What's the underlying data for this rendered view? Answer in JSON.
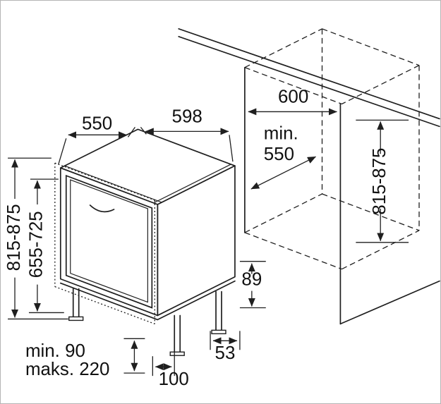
{
  "diagram": {
    "description": "Built-in dishwasher installation drawing with niche dimensions",
    "dims": {
      "depth_top": "550",
      "width_top": "598",
      "niche_width": "600",
      "niche_depth_min_line1": "min.",
      "niche_depth_min_line2": "550",
      "appliance_height": "815-875",
      "front_panel_height": "655-725",
      "niche_height": "815-875",
      "base_height": "89",
      "side_foot_offset": "53",
      "front_foot_offset": "100",
      "plinth_min": "min. 90",
      "plinth_max": "maks. 220"
    },
    "colors": {
      "line": "#1f1f1f",
      "background": "#ffffff",
      "border": "#b5b5b5"
    }
  }
}
